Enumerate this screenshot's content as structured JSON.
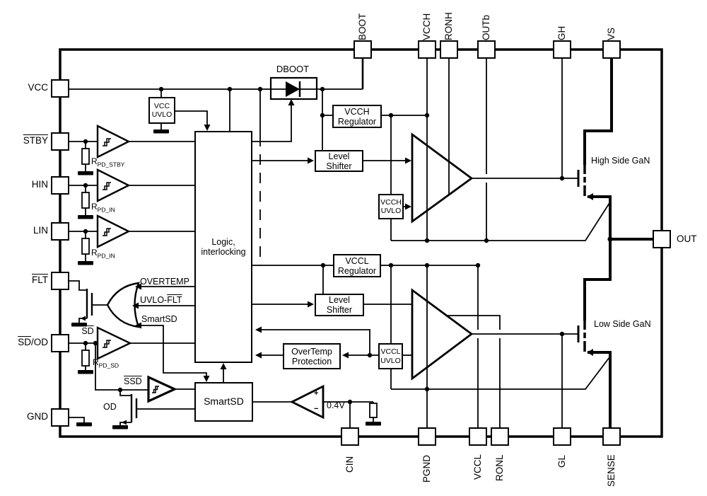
{
  "window": {
    "background": "#ffffff",
    "line_color": "#000000"
  },
  "pins": {
    "left": [
      {
        "label": "VCC"
      },
      {
        "label": "STBY",
        "overline": true
      },
      {
        "label": "HIN"
      },
      {
        "label": "LIN"
      },
      {
        "label": "FLT",
        "overline": true
      },
      {
        "label_overlined": "SD",
        "label_rest": "/OD"
      },
      {
        "label": "GND"
      }
    ],
    "top": [
      {
        "label": "BOOT"
      },
      {
        "label": "VCCH"
      },
      {
        "label": "RONH"
      },
      {
        "label": "OUTb"
      },
      {
        "label": "GH"
      },
      {
        "label": "VS"
      }
    ],
    "bottom": [
      {
        "label": "CIN"
      },
      {
        "label": "PGND"
      },
      {
        "label": "VCCL"
      },
      {
        "label": "RONL"
      },
      {
        "label": "GL"
      },
      {
        "label": "SENSE"
      }
    ],
    "right": [
      {
        "label": "OUT"
      }
    ]
  },
  "blocks": {
    "vcc_uvlo": {
      "line1": "VCC",
      "line2": "UVLO"
    },
    "dboot": {
      "label": "DBOOT"
    },
    "logic": {
      "line1": "Logic,",
      "line2": "interlocking"
    },
    "vcch_regulator": {
      "line1": "VCCH",
      "line2": "Regulator"
    },
    "level_shifter_high": {
      "line1": "Level",
      "line2": "Shifter"
    },
    "vcch_uvlo": {
      "line1": "VCCH",
      "line2": "UVLO"
    },
    "vccl_regulator": {
      "line1": "VCCL",
      "line2": "Regulator"
    },
    "level_shifter_low": {
      "line1": "Level",
      "line2": "Shifter"
    },
    "vccl_uvlo": {
      "line1": "VCCL",
      "line2": "UVLO"
    },
    "overtemp_protection": {
      "line1": "OverTemp",
      "line2": "Protection"
    },
    "smartsd": {
      "label": "SmartSD"
    }
  },
  "signals": {
    "overtemp": "OVERTEMP",
    "uvlo_flt_prefix": "UVLO-",
    "uvlo_flt_overlined": "FLT",
    "smartsd_net": "SmartSD",
    "sd_net": "SD",
    "ssd_net": "SSD",
    "od": "OD",
    "high_side": "High Side GaN",
    "low_side": "Low Side GaN"
  },
  "comparator": {
    "plus": "+",
    "minus": "−",
    "ref": "0.4V"
  },
  "resistors": {
    "r_pd_stby": {
      "base": "R",
      "sub": "PD_STBY"
    },
    "r_pd_in": {
      "base": "R",
      "sub": "PD_IN"
    },
    "r_pd_sd": {
      "base": "R",
      "sub": "PD_SD"
    }
  }
}
